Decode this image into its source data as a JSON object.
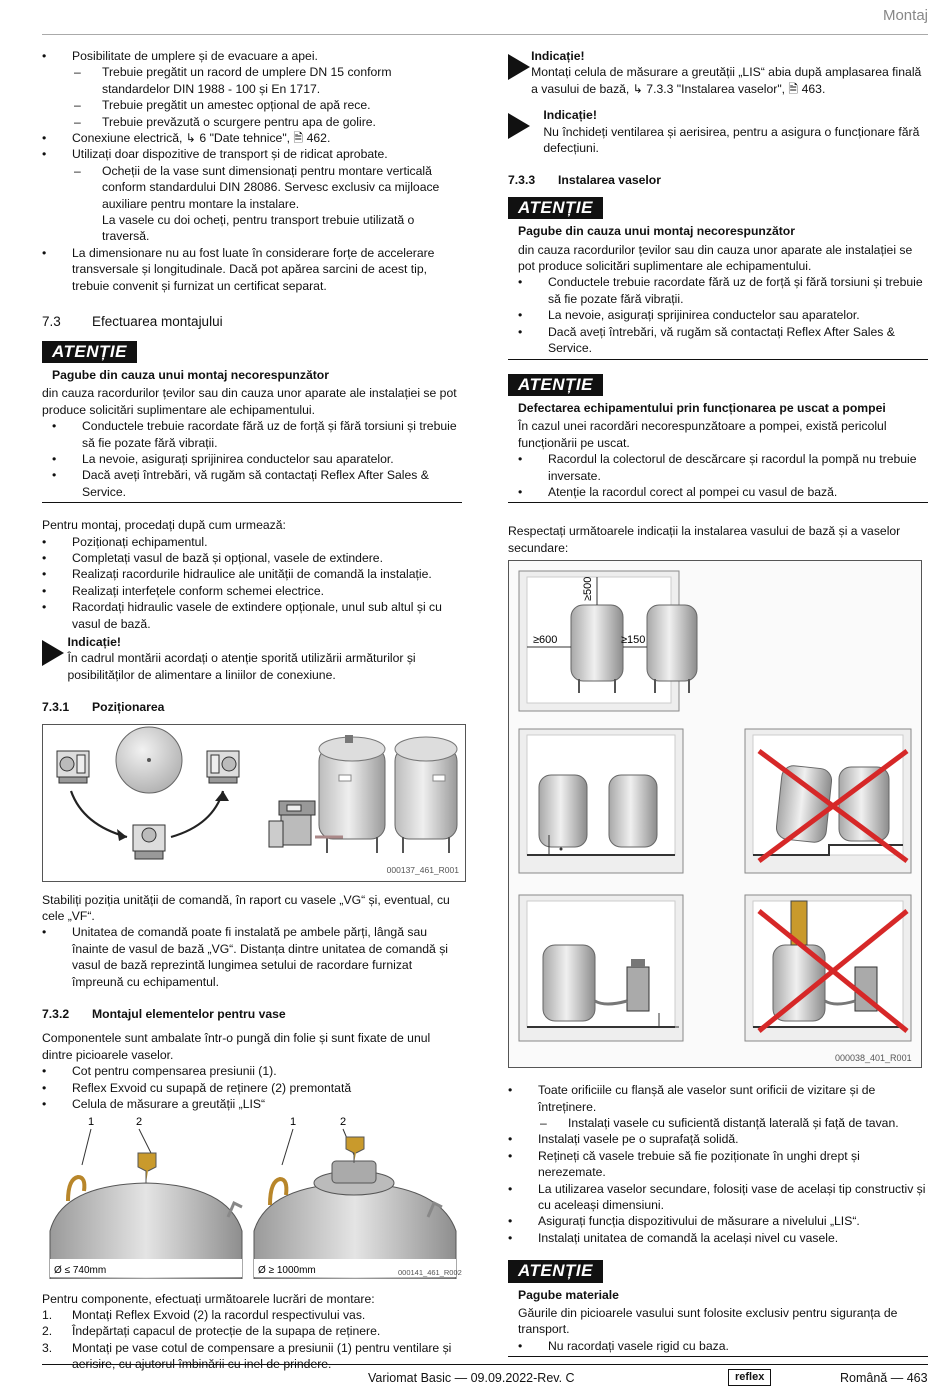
{
  "header": {
    "title": "Montaj"
  },
  "left": {
    "intro": [
      {
        "t": "b",
        "text": "Posibilitate de umplere și de evacuare a apei."
      },
      {
        "t": "d",
        "text": "Trebuie pregătit un racord de umplere DN 15 conform standardelor DIN 1988 - 100 și En 1717."
      },
      {
        "t": "d",
        "text": "Trebuie pregătit un amestec opțional de apă rece."
      },
      {
        "t": "d",
        "text": "Trebuie prevăzută o scurgere pentru apa de golire."
      },
      {
        "t": "b",
        "text": "Conexiune electrică, ↳ 6 \"Date tehnice\", 🗎 462."
      },
      {
        "t": "b",
        "text": "Utilizați doar dispozitive de transport și de ridicat aprobate."
      },
      {
        "t": "d",
        "text": "Ocheții de la vase sunt dimensionați pentru montare verticală conform standardului DIN 28086. Servesc exclusiv ca mijloace auxiliare pentru montare la instalare."
      },
      {
        "t": "i",
        "text": "La vasele cu doi ocheți, pentru transport trebuie utilizată o traversă."
      },
      {
        "t": "b",
        "text": "La dimensionare nu au fost luate în considerare forțe de accelerare transversale și longitudinale. Dacă pot apărea sarcini de acest tip, trebuie convenit și furnizat un certificat separat."
      }
    ],
    "section_num": "7.3",
    "section_title": "Efectuarea montajului",
    "warn1": {
      "badge": "ATENȚIE",
      "title": "Pagube din cauza unui montaj necorespunzător",
      "text": "din cauza racordurilor țevilor sau din cauza unor aparate ale instalației se pot produce solicitări suplimentare ale echipamentului.",
      "bullets": [
        "Conductele trebuie racordate fără uz de forță și fără torsiuni și trebuie să fie pozate fără vibrații.",
        "La nevoie, asigurați sprijinirea conductelor sau aparatelor.",
        "Dacă aveți întrebări, vă rugăm să contactați Reflex After Sales & Service."
      ]
    },
    "proc_intro": "Pentru montaj, procedați după cum urmează:",
    "proc": [
      "Poziționați echipamentul.",
      "Completați vasul de bază și opțional, vasele de extindere.",
      "Realizați racordurile hidraulice ale unității de comandă la instalație.",
      "Realizați interfețele conform schemei electrice.",
      "Racordați hidraulic vasele de extindere opționale, unul sub altul și cu vasul de bază."
    ],
    "hint1": {
      "title": "Indicație!",
      "text": "În cadrul montării acordați o atenție sporită utilizării armăturilor și posibilităților de alimentare a liniilor de conexiune."
    },
    "sub1_num": "7.3.1",
    "sub1_title": "Poziționarea",
    "fig1_code": "000137_461_R001",
    "pos_text": "Stabiliți poziția unității de comandă, în raport cu vasele „VG“ și, eventual, cu cele „VF“.",
    "pos_bullet": "Unitatea de comandă poate fi instalată pe ambele părți, lângă sau înainte de vasul de bază „VG“. Distanța dintre unitatea de comandă și vasul de bază reprezintă lungimea setului de racordare furnizat împreună cu echipamentul.",
    "sub2_num": "7.3.2",
    "sub2_title": "Montajul elementelor pentru vase",
    "comp_text": "Componentele sunt ambalate într-o pungă din folie și sunt fixate de unul dintre picioarele vaselor.",
    "comp": [
      "Cot pentru compensarea presiunii (1).",
      "Reflex Exvoid cu supapă de reținere (2) premontată",
      "Celula de măsurare a greutății „LIS“"
    ],
    "fig2": {
      "l1": "1",
      "l2": "2",
      "d1": "Ø ≤ 740mm",
      "d2": "Ø ≥ 1000mm",
      "code": "000141_461_R002"
    },
    "work_intro": "Pentru componente, efectuați următoarele lucrări de montare:",
    "work": [
      {
        "n": "1.",
        "text": "Montați Reflex Exvoid (2) la racordul respectivului vas."
      },
      {
        "n": "2.",
        "text": "Îndepărtați capacul de protecție de la supapa de reținere."
      },
      {
        "n": "3.",
        "text": "Montați pe vase cotul de compensare a presiunii (1) pentru ventilare și aerisire, cu ajutorul îmbinării cu inel de prindere."
      }
    ]
  },
  "right": {
    "hint2": {
      "title": "Indicație!",
      "text": "Montați celula de măsurare a greutății „LIS“ abia după amplasarea finală a vasului de bază, ↳ 7.3.3 \"Instalarea vaselor\", 🗎 463."
    },
    "hint3": {
      "title": "Indicație!",
      "text": "Nu închideți ventilarea și aerisirea, pentru a asigura o funcționare fără defecțiuni."
    },
    "sub3_num": "7.3.3",
    "sub3_title": "Instalarea vaselor",
    "warn2": {
      "badge": "ATENȚIE",
      "title": "Pagube din cauza unui montaj necorespunzător",
      "text": "din cauza racordurilor țevilor sau din cauza unor aparate ale instalației se pot produce solicitări suplimentare ale echipamentului.",
      "bullets": [
        "Conductele trebuie racordate fără uz de forță și fără torsiuni și trebuie să fie pozate fără vibrații.",
        "La nevoie, asigurați sprijinirea conductelor sau aparatelor.",
        "Dacă aveți întrebări, vă rugăm să contactați Reflex After Sales & Service."
      ]
    },
    "warn3": {
      "badge": "ATENȚIE",
      "title": "Defectarea echipamentului prin funcționarea pe uscat a pompei",
      "text": "În cazul unei racordări necorespunzătoare a pompei, există pericolul funcționării pe uscat.",
      "bullets": [
        "Racordul la colectorul de descărcare și racordul la pompă nu trebuie inversate.",
        "Atenție la racordul corect al pompei cu vasul de bază."
      ]
    },
    "install_intro": "Respectați următoarele indicații la instalarea vasului de bază și a vaselor secundare:",
    "fig3": {
      "d500": "≥500",
      "d600": "≥600",
      "d150": "≥150",
      "code": "000038_401_R001"
    },
    "notes": [
      {
        "t": "b",
        "text": "Toate orificiile cu flanșă ale vaselor sunt orificii de vizitare și de întreținere."
      },
      {
        "t": "d",
        "text": "Instalați vasele cu suficientă distanță laterală și față de tavan."
      },
      {
        "t": "b",
        "text": "Instalați vasele pe o suprafață solidă."
      },
      {
        "t": "b",
        "text": "Rețineți că vasele trebuie să fie poziționate în unghi drept și nerezemate."
      },
      {
        "t": "b",
        "text": "La utilizarea vaselor secundare, folosiți vase de același tip constructiv și cu aceleași dimensiuni."
      },
      {
        "t": "b",
        "text": "Asigurați funcția dispozitivului de măsurare a nivelului „LIS“."
      },
      {
        "t": "b",
        "text": "Instalați unitatea de comandă la același nivel cu vasele."
      }
    ],
    "warn4": {
      "badge": "ATENȚIE",
      "title": "Pagube materiale",
      "text": "Găurile din picioarele vasului sunt folosite exclusiv pentru siguranța de transport.",
      "bullets": [
        "Nu racordați vasele rigid cu baza."
      ]
    }
  },
  "footer": {
    "doc": "Variomat Basic — 09.09.2022-Rev. C",
    "logo": "reflex",
    "lang": "Română",
    "page_sep": "—",
    "page": "463"
  }
}
